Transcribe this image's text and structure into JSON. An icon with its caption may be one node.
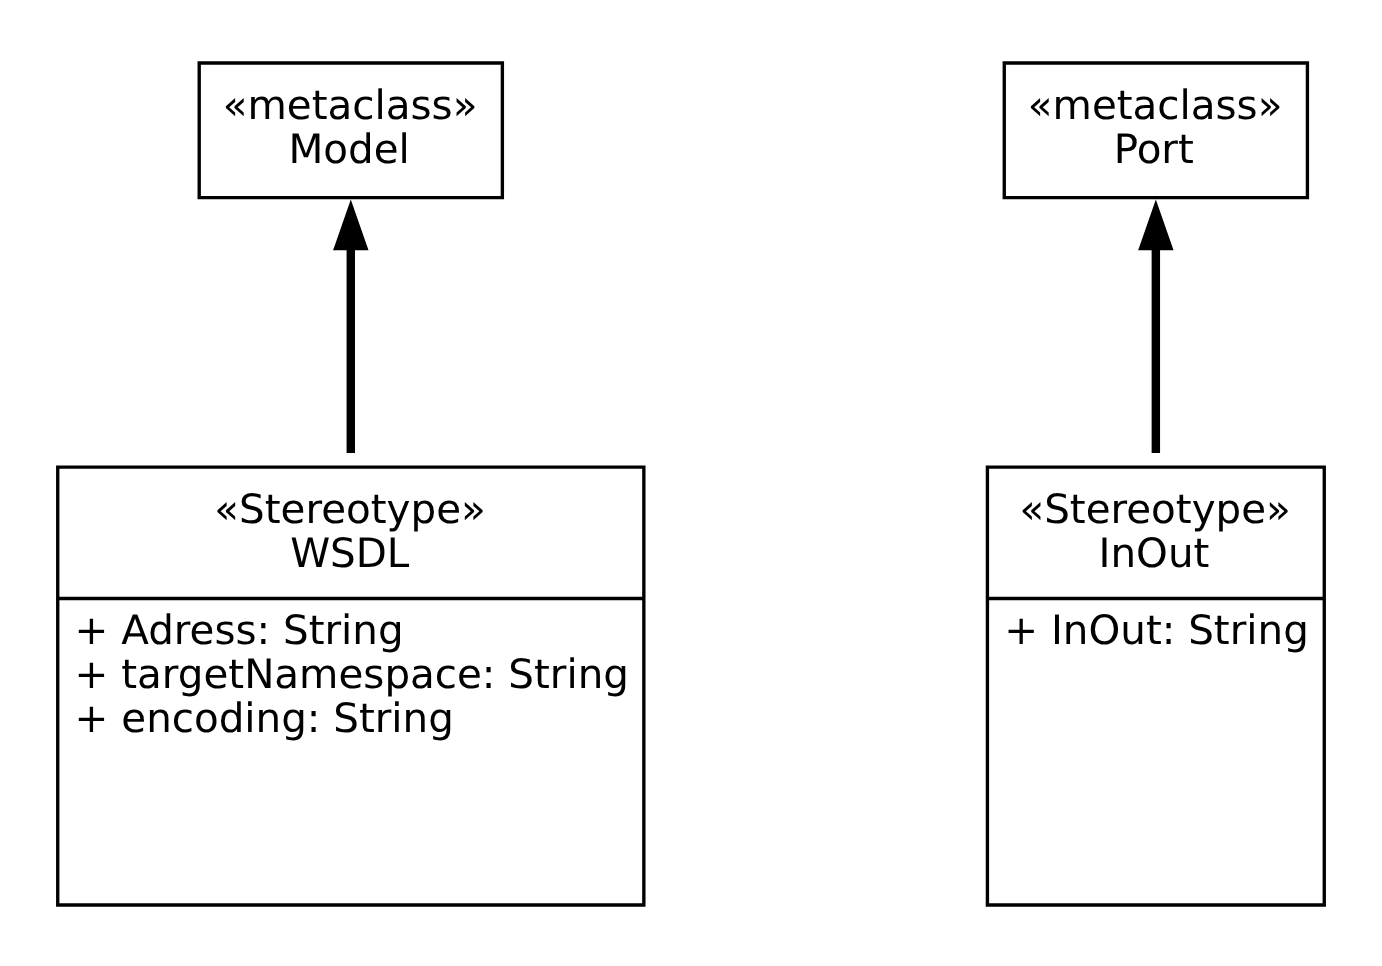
{
  "diagram": {
    "nodes": [
      {
        "text": [
          "«metaclass»",
          "Model"
        ]
      },
      {
        "text": [
          "«metaclass»",
          "Port"
        ]
      },
      {
        "text": [
          "«Stereotype»",
          "WSDL",
          "+ Adress: String",
          "+ targetNamespace: String",
          "+ encoding: String"
        ]
      },
      {
        "text": [
          "«Stereotype»",
          "InOut",
          "+ InOut: String"
        ]
      }
    ],
    "edges": [
      {
        "from": 2,
        "to": 0,
        "arrow": "to"
      },
      {
        "from": 3,
        "to": 1,
        "arrow": "to"
      }
    ]
  }
}
